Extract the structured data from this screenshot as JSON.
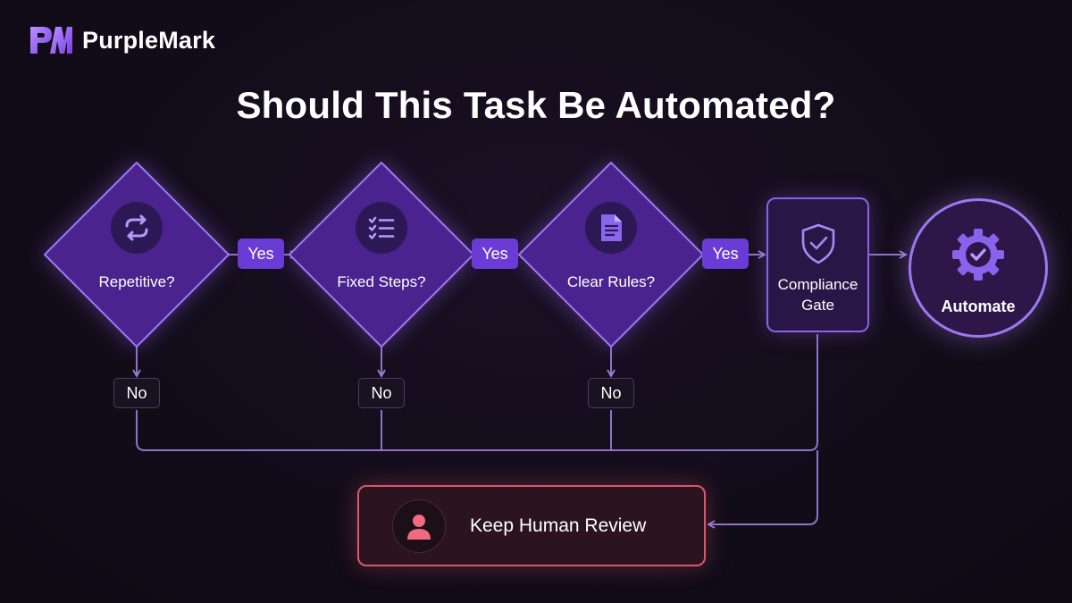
{
  "brand": {
    "name": "PurpleMark",
    "logo_text": "PM"
  },
  "title": "Should This Task Be Automated?",
  "decisions": [
    {
      "label": "Repetitive?",
      "icon": "refresh-icon"
    },
    {
      "label": "Fixed Steps?",
      "icon": "checklist-icon"
    },
    {
      "label": "Clear Rules?",
      "icon": "document-icon"
    }
  ],
  "edges": {
    "yes": "Yes",
    "no": "No"
  },
  "gate": {
    "label_line1": "Compliance",
    "label_line2": "Gate",
    "icon": "shield-check-icon"
  },
  "automate": {
    "label": "Automate",
    "icon": "gear-check-icon"
  },
  "human_review": {
    "label": "Keep Human Review",
    "icon": "person-icon"
  },
  "colors": {
    "background": "#120c19",
    "accent_purple": "#6b3bd6",
    "connector": "#8e74c8",
    "human_border": "#d9566e",
    "human_icon": "#f06a82"
  }
}
